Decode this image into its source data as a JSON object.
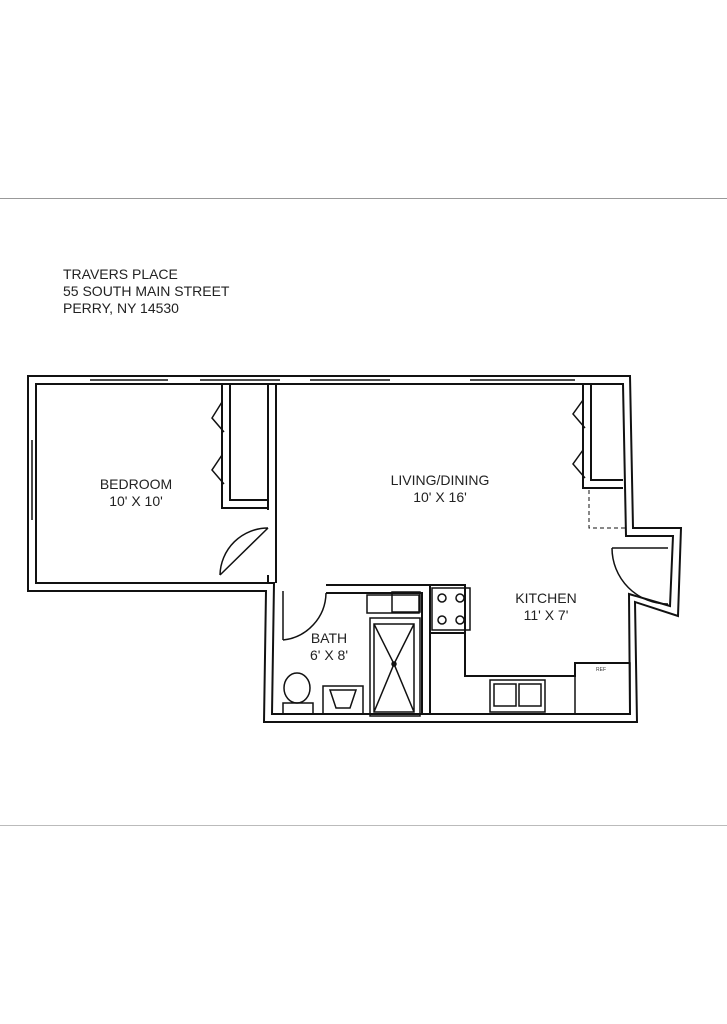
{
  "address": {
    "line1": "TRAVERS PLACE",
    "line2": "55 SOUTH MAIN STREET",
    "line3": "PERRY, NY 14530"
  },
  "rooms": {
    "bedroom": {
      "name": "BEDROOM",
      "size": "10' X 10'"
    },
    "living": {
      "name": "LIVING/DINING",
      "size": "10' X 16'"
    },
    "kitchen": {
      "name": "KITCHEN",
      "size": "11' X 7'"
    },
    "bath": {
      "name": "BATH",
      "size": "6' X 8'"
    }
  },
  "fixtures": {
    "ref_label": "REF"
  }
}
